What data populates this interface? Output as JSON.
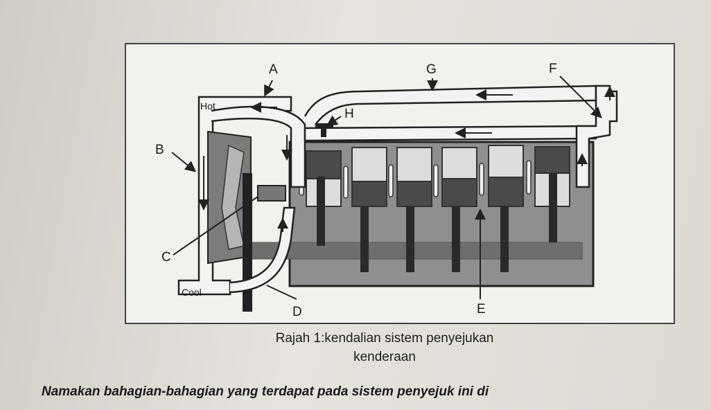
{
  "diagram": {
    "labels": {
      "A": "A",
      "B": "B",
      "C": "C",
      "D": "D",
      "E": "E",
      "F": "F",
      "G": "G",
      "H": "H"
    },
    "hot": "Hot",
    "cool": "Cool"
  },
  "caption": {
    "line1": "Rajah 1:kendalian sistem penyejukan",
    "line2": "kenderaan"
  },
  "question": "Namakan bahagian-bahagian yang terdapat pada sistem penyejuk ini di"
}
